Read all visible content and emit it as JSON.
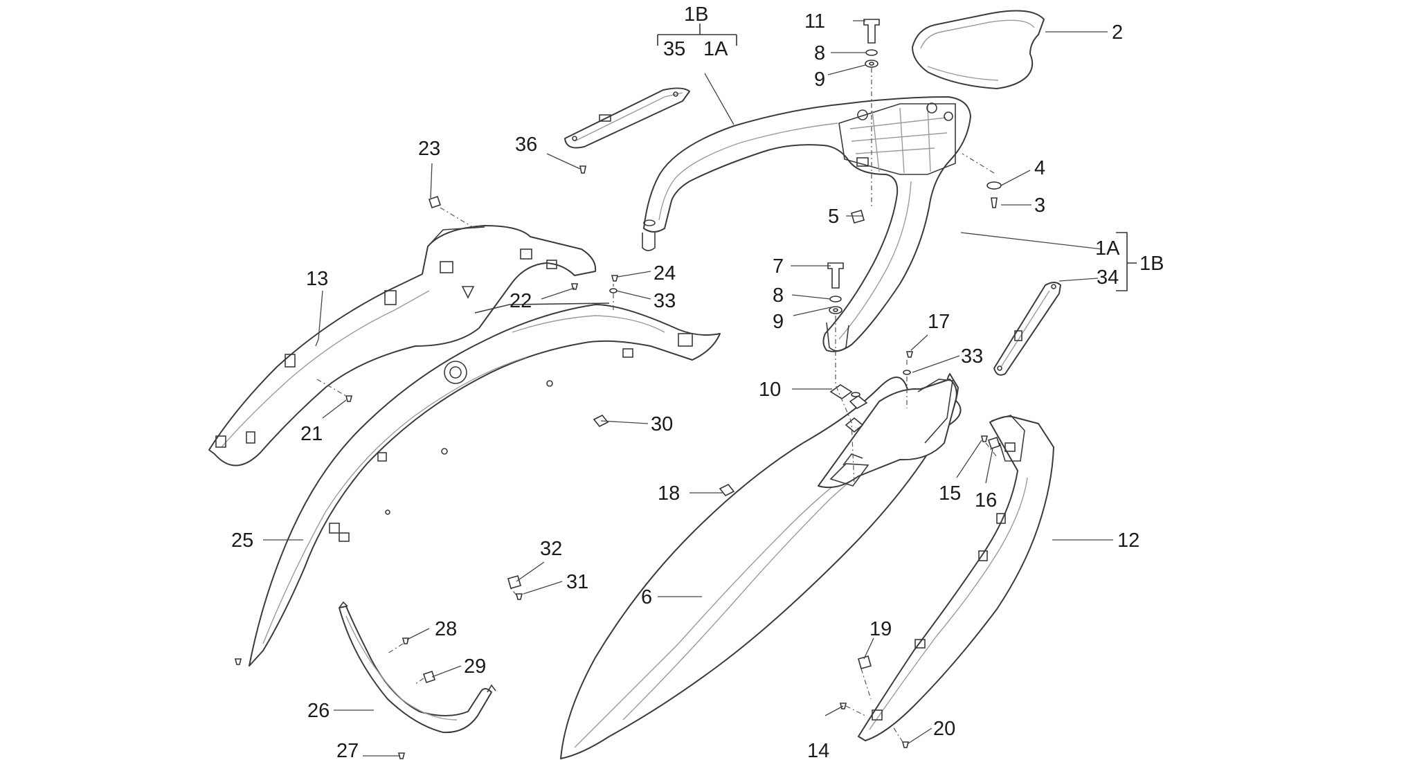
{
  "callouts": [
    {
      "id": "c1b_top",
      "text": "1B"
    },
    {
      "id": "c35",
      "text": "35"
    },
    {
      "id": "c1a_top",
      "text": "1A"
    },
    {
      "id": "c11",
      "text": "11"
    },
    {
      "id": "c8_top",
      "text": "8"
    },
    {
      "id": "c9_top",
      "text": "9"
    },
    {
      "id": "c2",
      "text": "2"
    },
    {
      "id": "c36",
      "text": "36"
    },
    {
      "id": "c23",
      "text": "23"
    },
    {
      "id": "c4",
      "text": "4"
    },
    {
      "id": "c3",
      "text": "3"
    },
    {
      "id": "c5",
      "text": "5"
    },
    {
      "id": "c1a_right",
      "text": "1A"
    },
    {
      "id": "c1b_right",
      "text": "1B"
    },
    {
      "id": "c34",
      "text": "34"
    },
    {
      "id": "c13",
      "text": "13"
    },
    {
      "id": "c24",
      "text": "24"
    },
    {
      "id": "c22",
      "text": "22"
    },
    {
      "id": "c33_left",
      "text": "33"
    },
    {
      "id": "c7",
      "text": "7"
    },
    {
      "id": "c8_mid",
      "text": "8"
    },
    {
      "id": "c9_mid",
      "text": "9"
    },
    {
      "id": "c17",
      "text": "17"
    },
    {
      "id": "c33_right",
      "text": "33"
    },
    {
      "id": "c10",
      "text": "10"
    },
    {
      "id": "c21",
      "text": "21"
    },
    {
      "id": "c30",
      "text": "30"
    },
    {
      "id": "c15",
      "text": "15"
    },
    {
      "id": "c16",
      "text": "16"
    },
    {
      "id": "c18",
      "text": "18"
    },
    {
      "id": "c25",
      "text": "25"
    },
    {
      "id": "c12",
      "text": "12"
    },
    {
      "id": "c32",
      "text": "32"
    },
    {
      "id": "c31",
      "text": "31"
    },
    {
      "id": "c6",
      "text": "6"
    },
    {
      "id": "c28",
      "text": "28"
    },
    {
      "id": "c19",
      "text": "19"
    },
    {
      "id": "c29",
      "text": "29"
    },
    {
      "id": "c26",
      "text": "26"
    },
    {
      "id": "c20",
      "text": "20"
    },
    {
      "id": "c14",
      "text": "14"
    },
    {
      "id": "c27",
      "text": "27"
    }
  ]
}
